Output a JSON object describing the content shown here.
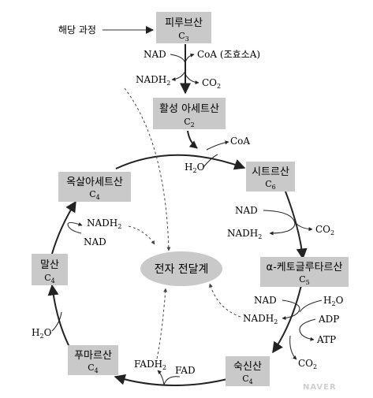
{
  "colors": {
    "box_fill": "#c9c9c9",
    "ellipse_fill": "#c9c9c9",
    "line": "#222222",
    "dashed": "#444444",
    "watermark": "#cfcfcf"
  },
  "glycolysis_label": "해당 과정",
  "boxes": {
    "pyruvate": {
      "name": "피루브산",
      "carbon": "C",
      "n": "3"
    },
    "acetyl": {
      "name": "활성 아세트산",
      "carbon": "C",
      "n": "2"
    },
    "citrate": {
      "name": "시트르산",
      "carbon": "C",
      "n": "6"
    },
    "akg": {
      "name": "α-케토글루타르산",
      "carbon": "C",
      "n": "5"
    },
    "succinate": {
      "name": "숙신산",
      "carbon": "C",
      "n": "4"
    },
    "fumarate": {
      "name": "푸마르산",
      "carbon": "C",
      "n": "4"
    },
    "malate": {
      "name": "말산",
      "carbon": "C",
      "n": "4"
    },
    "oxaloacetate": {
      "name": "옥살아세트산",
      "carbon": "C",
      "n": "4"
    }
  },
  "etc_label": "전자 전달계",
  "molecules": {
    "nad_top": "NAD",
    "coa_in": "CoA (조효소A)",
    "nadh_top": "NADH",
    "nadh_top_sub": "2",
    "co2_top": "CO",
    "co2_top_sub": "2",
    "coa_out": "CoA",
    "h2o_citrate": "H",
    "h2o_citrate_sub": "2",
    "h2o_citrate_end": "O",
    "nad_right1": "NAD",
    "nadh_right1": "NADH",
    "nadh_right1_sub": "2",
    "co2_right1": "CO",
    "co2_right1_sub": "2",
    "nad_right2": "NAD",
    "h2o_right2": "H",
    "h2o_right2_sub": "2",
    "h2o_right2_end": "O",
    "nadh_right2": "NADH",
    "nadh_right2_sub": "2",
    "adp": "ADP",
    "atp": "ATP",
    "co2_right2": "CO",
    "co2_right2_sub": "2",
    "fadh": "FADH",
    "fadh_sub": "2",
    "fad": "FAD",
    "h2o_left": "H",
    "h2o_left_sub": "2",
    "h2o_left_end": "O",
    "nadh_left": "NADH",
    "nadh_left_sub": "2",
    "nad_left": "NAD"
  },
  "watermark": "NAVER"
}
